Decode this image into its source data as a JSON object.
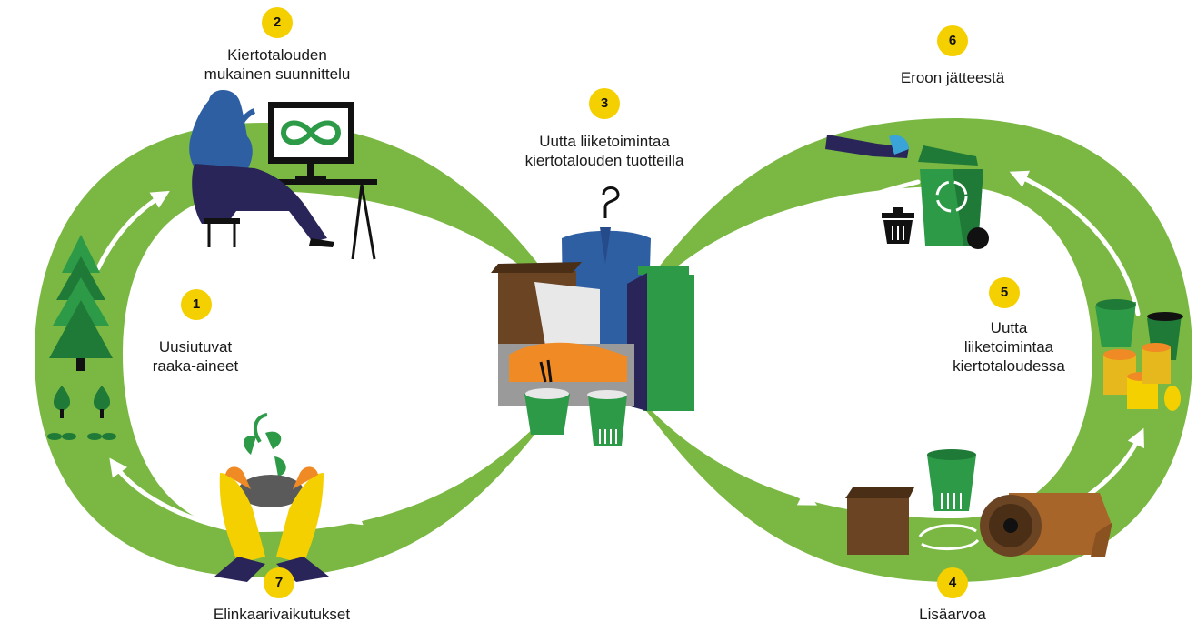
{
  "steps": [
    {
      "number": "1",
      "lines": [
        "Uusiutuvat",
        "raaka-aineet"
      ]
    },
    {
      "number": "2",
      "lines": [
        "Kiertotalouden",
        "mukainen suunnittelu"
      ]
    },
    {
      "number": "3",
      "lines": [
        "Uutta liiketoimintaa",
        "kiertotalouden tuotteilla"
      ]
    },
    {
      "number": "4",
      "lines": [
        "Lisäarvoa"
      ]
    },
    {
      "number": "5",
      "lines": [
        "Uutta",
        "liiketoimintaa",
        "kiertotaloudessa"
      ]
    },
    {
      "number": "6",
      "lines": [
        "Eroon jätteestä"
      ]
    },
    {
      "number": "7",
      "lines": [
        "Elinkaarivaikutukset"
      ]
    }
  ],
  "colors": {
    "loop_green": "#7bb843",
    "accent_yellow": "#f5d000",
    "arrow_white": "#ffffff",
    "dark_green": "#1f7a37",
    "mid_green": "#2d9a47",
    "navy": "#2a2559",
    "blue": "#2f5fa3",
    "brown": "#6b4424",
    "orange": "#f08a24"
  },
  "icons": [
    "tree-icon",
    "seedling-icon",
    "designer-at-computer-icon",
    "infinity-icon",
    "products-bundle-icon",
    "hanger-icon",
    "recycling-bin-icon",
    "trash-can-icon",
    "crushed-cups-icon",
    "coin-stack-icon",
    "cardboard-box-icon",
    "paper-roll-icon",
    "paper-cup-icon",
    "recycle-arrows-icon",
    "hands-with-sprout-icon"
  ]
}
